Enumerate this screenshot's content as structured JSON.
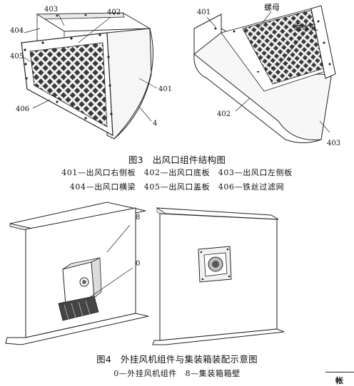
{
  "figure3": {
    "left_labels": [
      "403",
      "402",
      "404",
      "405",
      "406",
      "401",
      "4"
    ],
    "right_labels": [
      "401",
      "螺母",
      "漏水孔",
      "402",
      "403"
    ],
    "caption_title": "图3　出风口组件结构图",
    "legend_line1": "401—出风口右侧板　402—出风口底板　403—出风口左侧板",
    "legend_line2": "404—出风口横梁　405—出风口盖板　406—铁丝过滤网"
  },
  "figure4": {
    "labels": [
      "8",
      "0"
    ],
    "caption_title": "图4　外挂风机组件与集装箱装配示意图",
    "legend_line1": "0—外挂风机组件　8—集装箱箱壁"
  },
  "corner_text": "帐"
}
